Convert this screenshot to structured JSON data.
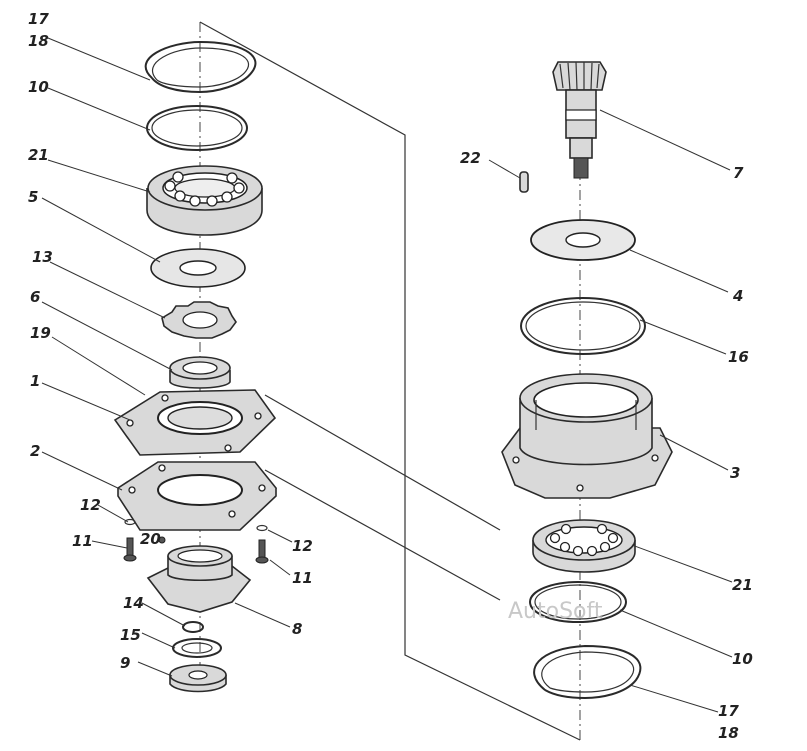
{
  "diagram": {
    "callouts": [
      {
        "id": "c17a",
        "text": "17"
      },
      {
        "id": "c18a",
        "text": "18"
      },
      {
        "id": "c10a",
        "text": "10"
      },
      {
        "id": "c21a",
        "text": "21"
      },
      {
        "id": "c5",
        "text": "5"
      },
      {
        "id": "c13",
        "text": "13"
      },
      {
        "id": "c6",
        "text": "6"
      },
      {
        "id": "c19",
        "text": "19"
      },
      {
        "id": "c1",
        "text": "1"
      },
      {
        "id": "c2",
        "text": "2"
      },
      {
        "id": "c12a",
        "text": "12"
      },
      {
        "id": "c11a",
        "text": "11"
      },
      {
        "id": "c20",
        "text": "20"
      },
      {
        "id": "c12b",
        "text": "12"
      },
      {
        "id": "c11b",
        "text": "11"
      },
      {
        "id": "c14",
        "text": "14"
      },
      {
        "id": "c8",
        "text": "8"
      },
      {
        "id": "c15",
        "text": "15"
      },
      {
        "id": "c9",
        "text": "9"
      },
      {
        "id": "c22",
        "text": "22"
      },
      {
        "id": "c7",
        "text": "7"
      },
      {
        "id": "c4",
        "text": "4"
      },
      {
        "id": "c16",
        "text": "16"
      },
      {
        "id": "c3",
        "text": "3"
      },
      {
        "id": "c21b",
        "text": "21"
      },
      {
        "id": "c10b",
        "text": "10"
      },
      {
        "id": "c17b",
        "text": "17"
      },
      {
        "id": "c18b",
        "text": "18"
      }
    ],
    "watermark": "AutoSoft"
  }
}
